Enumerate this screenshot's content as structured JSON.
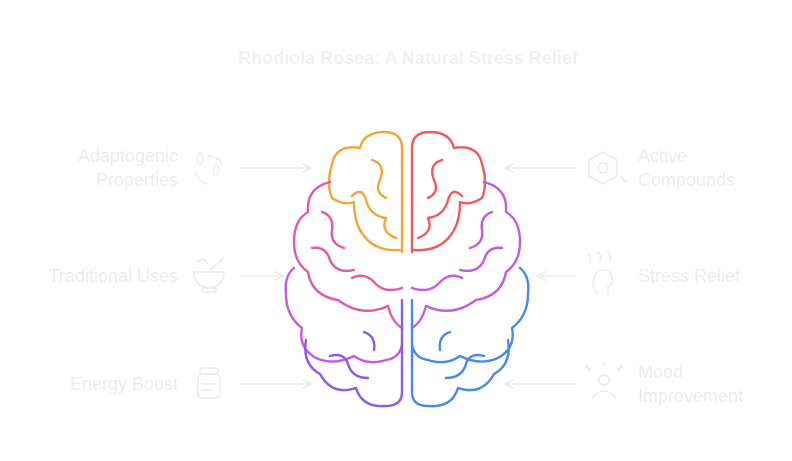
{
  "title": "Rhodiola Rosea: A Natural Stress Relief",
  "colors": {
    "orange": "#f5a43a",
    "red": "#ef5a5a",
    "pink": "#e45aa4",
    "violet": "#c35ce0",
    "purple": "#8a5ce8",
    "blue": "#4a8ae8",
    "faint": "#ececec"
  },
  "left": [
    {
      "lines": [
        "Adaptogenic",
        "Properties"
      ],
      "icon": "drops-cycle-icon"
    },
    {
      "lines": [
        "Traditional Uses"
      ],
      "icon": "mortar-pestle-icon"
    },
    {
      "lines": [
        "Energy Boost"
      ],
      "icon": "supplement-bottle-icon"
    }
  ],
  "right": [
    {
      "lines": [
        "Active",
        "Compounds"
      ],
      "icon": "molecule-icon"
    },
    {
      "lines": [
        "Stress Relief"
      ],
      "icon": "calm-head-icon"
    },
    {
      "lines": [
        "Mood",
        "Improvement"
      ],
      "icon": "happy-person-icon"
    }
  ]
}
